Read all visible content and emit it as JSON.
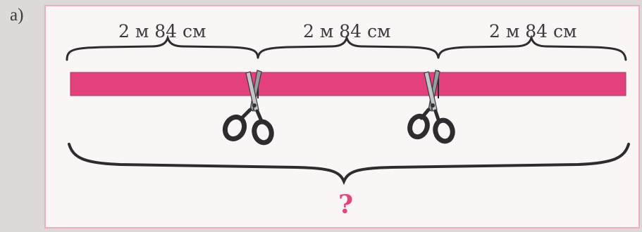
{
  "label": "а)",
  "segments": [
    {
      "text": "2 м 84 см"
    },
    {
      "text": "2 м 84 см"
    },
    {
      "text": "2 м 84 см"
    }
  ],
  "question_mark": "?",
  "colors": {
    "ribbon": "#e3407e",
    "frame_border": "#ecafc0",
    "text": "#3b3a3d",
    "question": "#e0477f"
  },
  "icons": [
    "scissors-icon",
    "scissors-icon"
  ]
}
